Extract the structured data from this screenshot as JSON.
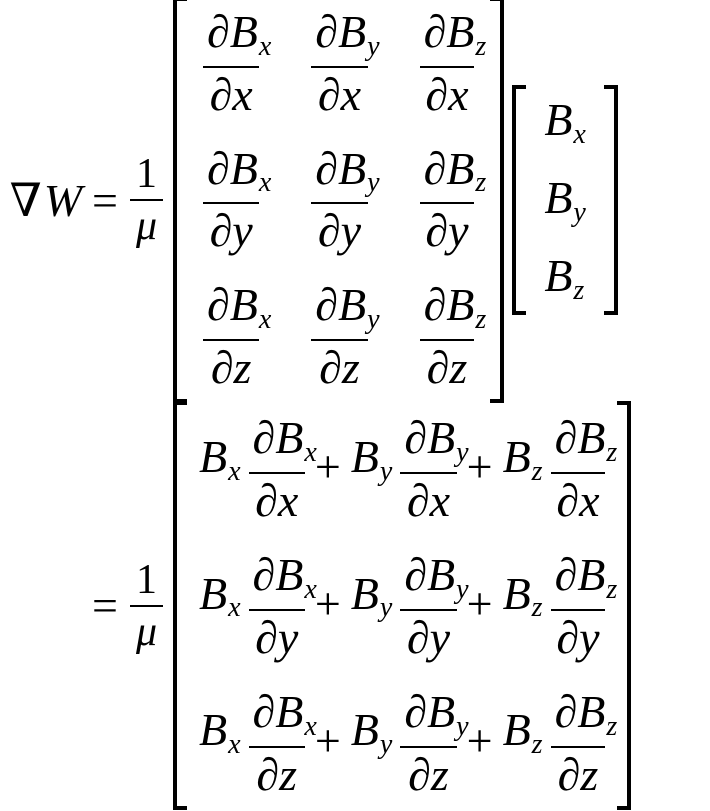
{
  "equation": {
    "colors": {
      "ink": "#000000",
      "background": "#ffffff"
    },
    "line1": {
      "nabla": "∇",
      "lhs_var": "W",
      "equals": "=",
      "coef": {
        "num": "1",
        "den": "μ"
      },
      "matrix_rows": [
        [
          {
            "nb": "∂B",
            "ns": "x",
            "den": "∂x"
          },
          {
            "nb": "∂B",
            "ns": "y",
            "den": "∂x"
          },
          {
            "nb": "∂B",
            "ns": "z",
            "den": "∂x"
          }
        ],
        [
          {
            "nb": "∂B",
            "ns": "x",
            "den": "∂y"
          },
          {
            "nb": "∂B",
            "ns": "y",
            "den": "∂y"
          },
          {
            "nb": "∂B",
            "ns": "z",
            "den": "∂y"
          }
        ],
        [
          {
            "nb": "∂B",
            "ns": "x",
            "den": "∂z"
          },
          {
            "nb": "∂B",
            "ns": "y",
            "den": "∂z"
          },
          {
            "nb": "∂B",
            "ns": "z",
            "den": "∂z"
          }
        ]
      ],
      "vector": [
        {
          "b": "B",
          "s": "x"
        },
        {
          "b": "B",
          "s": "y"
        },
        {
          "b": "B",
          "s": "z"
        }
      ]
    },
    "line2": {
      "equals": "=",
      "coef": {
        "num": "1",
        "den": "μ"
      },
      "plus": "+",
      "rows": [
        {
          "terms": [
            {
              "cb": "B",
              "cs": "x",
              "nb": "∂B",
              "ns": "x",
              "den": "∂x"
            },
            {
              "cb": "B",
              "cs": "y",
              "nb": "∂B",
              "ns": "y",
              "den": "∂x"
            },
            {
              "cb": "B",
              "cs": "z",
              "nb": "∂B",
              "ns": "z",
              "den": "∂x"
            }
          ]
        },
        {
          "terms": [
            {
              "cb": "B",
              "cs": "x",
              "nb": "∂B",
              "ns": "x",
              "den": "∂y"
            },
            {
              "cb": "B",
              "cs": "y",
              "nb": "∂B",
              "ns": "y",
              "den": "∂y"
            },
            {
              "cb": "B",
              "cs": "z",
              "nb": "∂B",
              "ns": "z",
              "den": "∂y"
            }
          ]
        },
        {
          "terms": [
            {
              "cb": "B",
              "cs": "x",
              "nb": "∂B",
              "ns": "x",
              "den": "∂z"
            },
            {
              "cb": "B",
              "cs": "y",
              "nb": "∂B",
              "ns": "y",
              "den": "∂z"
            },
            {
              "cb": "B",
              "cs": "z",
              "nb": "∂B",
              "ns": "z",
              "den": "∂z"
            }
          ]
        }
      ]
    }
  }
}
